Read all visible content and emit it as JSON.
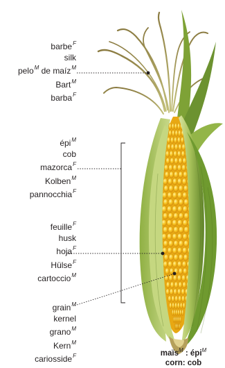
{
  "groups": [
    {
      "id": "silk",
      "terms": [
        {
          "word": "barbe",
          "gender": "F"
        },
        {
          "word": "silk",
          "gender": ""
        },
        {
          "word": "pelo",
          "gender": "M",
          "suffix": " de maíz",
          "suffix_gender": "M"
        },
        {
          "word": "Bart",
          "gender": "M"
        },
        {
          "word": "barba",
          "gender": "F"
        }
      ]
    },
    {
      "id": "cob",
      "terms": [
        {
          "word": "épi",
          "gender": "M"
        },
        {
          "word": "cob",
          "gender": ""
        },
        {
          "word": "mazorca",
          "gender": "F"
        },
        {
          "word": "Kolben",
          "gender": "M"
        },
        {
          "word": "pannocchia",
          "gender": "F"
        }
      ]
    },
    {
      "id": "husk",
      "terms": [
        {
          "word": "feuille",
          "gender": "F"
        },
        {
          "word": "husk",
          "gender": ""
        },
        {
          "word": "hoja",
          "gender": "F"
        },
        {
          "word": "Hülse",
          "gender": "F"
        },
        {
          "word": "cartoccio",
          "gender": "M"
        }
      ]
    },
    {
      "id": "kernel",
      "terms": [
        {
          "word": "grain",
          "gender": "M"
        },
        {
          "word": "kernel",
          "gender": ""
        },
        {
          "word": "grano",
          "gender": "M"
        },
        {
          "word": "Kern",
          "gender": "M"
        },
        {
          "word": "cariosside",
          "gender": "F"
        }
      ]
    }
  ],
  "caption": {
    "line1_a": "maïs",
    "line1_a_gender": "M",
    "line1_sep": " : ",
    "line1_b": "épi",
    "line1_b_gender": "M",
    "line2": "corn: cob"
  },
  "colors": {
    "husk_light": "#b9cf6a",
    "husk_dark": "#5c7f25",
    "kernel": "#f6c21d",
    "silk": "#a8a15a",
    "leader": "#231f20"
  }
}
